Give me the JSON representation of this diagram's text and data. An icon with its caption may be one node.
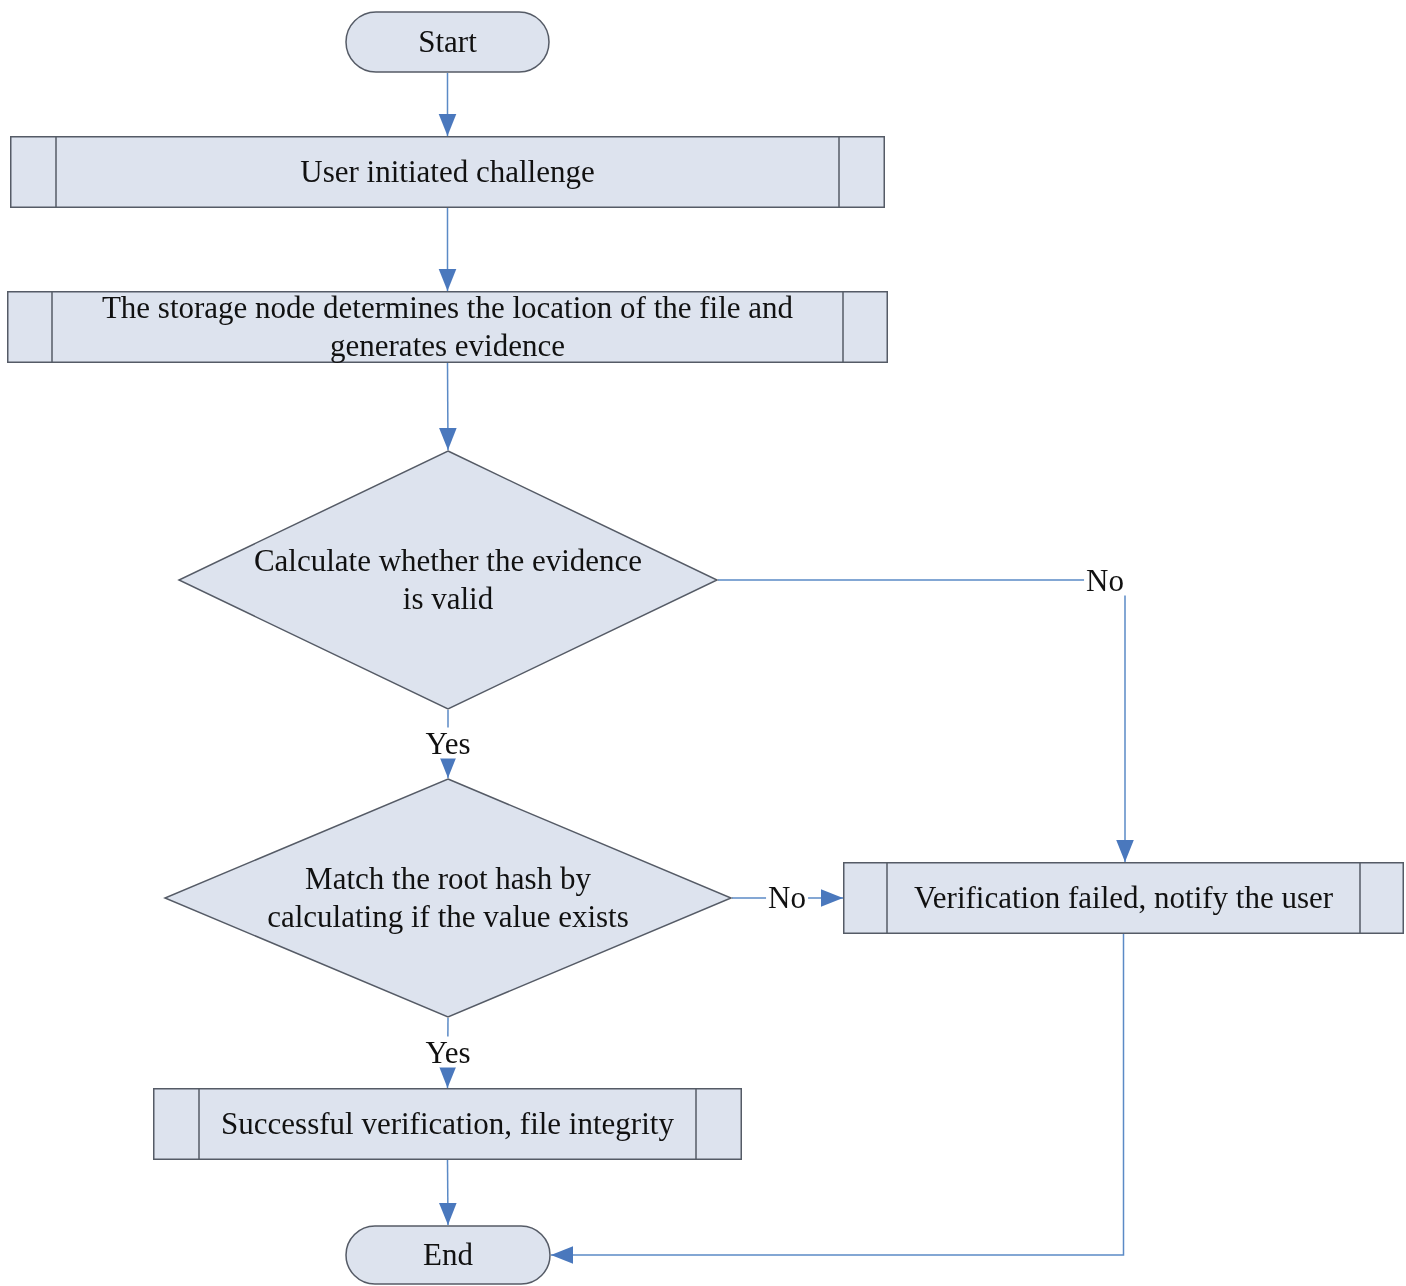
{
  "diagram": {
    "nodes": [
      {
        "text": [
          "Start"
        ]
      },
      {
        "text": [
          "User initiated challenge"
        ]
      },
      {
        "text": [
          "The storage node determines the location of the file and generates evidence"
        ]
      },
      {
        "text": [
          "Calculate whether the evidence is valid"
        ]
      },
      {
        "text": [
          "Match the root hash by calculating if the value exists"
        ]
      },
      {
        "text": [
          "Verification failed, notify the user"
        ]
      },
      {
        "text": [
          "Successful verification, file integrity"
        ]
      },
      {
        "text": [
          "End"
        ]
      }
    ],
    "edges": [
      {
        "from": 0,
        "to": 1,
        "arrow": "to"
      },
      {
        "from": 1,
        "to": 2,
        "arrow": "to"
      },
      {
        "from": 2,
        "to": 3,
        "arrow": "to"
      },
      {
        "from": 3,
        "to": 4,
        "arrow": "to",
        "label": "Yes"
      },
      {
        "from": 3,
        "to": 5,
        "arrow": "to",
        "label": "No"
      },
      {
        "from": 4,
        "to": 5,
        "arrow": "to",
        "label": "No"
      },
      {
        "from": 4,
        "to": 6,
        "arrow": "to",
        "label": "Yes"
      },
      {
        "from": 6,
        "to": 7,
        "arrow": "to"
      },
      {
        "from": 5,
        "to": 7,
        "arrow": "to"
      }
    ]
  }
}
